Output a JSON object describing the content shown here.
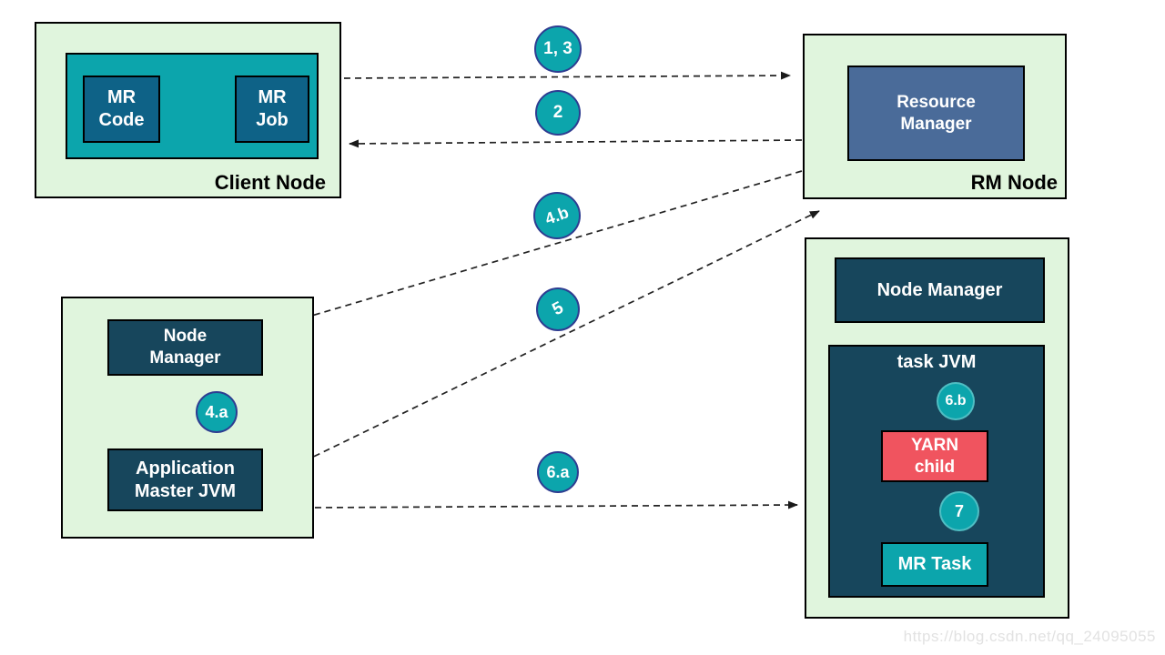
{
  "colors": {
    "green_panel": "#e0f5dd",
    "panel_border": "#000000",
    "teal": "#0ca5ac",
    "dark_blue_box": "#0e6287",
    "dark_teal_box": "#17465c",
    "slate_blue": "#4a6b99",
    "red_box": "#f0545f",
    "circle_fill": "#0ca5ac",
    "circle_border": "#2e3d91",
    "arrow_color": "#222222",
    "title_color": "#000000",
    "watermark_color": "#e2e2e2"
  },
  "client_node": {
    "title": "Client Node",
    "mr_code": [
      "MR",
      "Code"
    ],
    "mr_job": [
      "MR",
      "Job"
    ]
  },
  "rm_node": {
    "title": "RM Node",
    "resource_manager": [
      "Resource",
      "Manager"
    ]
  },
  "app_master_node": {
    "node_manager": [
      "Node",
      "Manager"
    ],
    "step_4a": "4.a",
    "application_master": [
      "Application",
      "Master JVM"
    ]
  },
  "task_node": {
    "node_manager": "Node Manager",
    "task_jvm_title": "task JVM",
    "step_6b": "6.b",
    "yarn_child": [
      "YARN",
      "child"
    ],
    "step_7": "7",
    "mr_task": "MR Task"
  },
  "flow_steps": {
    "step_1_3": "1, 3",
    "step_2": "2",
    "step_4b": "4.b",
    "step_5": "5",
    "step_6a": "6.a"
  },
  "watermark": "https://blog.csdn.net/qq_24095055"
}
